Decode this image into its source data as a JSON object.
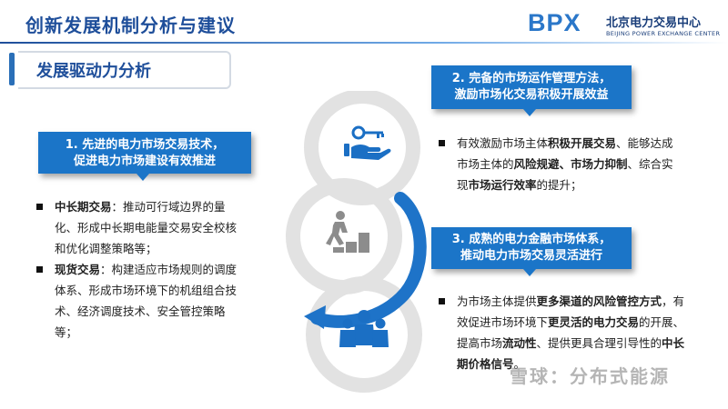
{
  "header": {
    "title": "创新发展机制分析与建议",
    "logo_mark": "BPX",
    "logo_cn": "北京电力交易中心",
    "logo_en": "BEIJING POWER EXCHANGE CENTER"
  },
  "section": {
    "label": "发展驱动力分析"
  },
  "callouts": [
    {
      "line1": "1. 先进的电力市场交易技术，",
      "line2": "促进电力市场建设有效推进"
    },
    {
      "line1": "2. 完备的市场运作管理方法，",
      "line2": "激励市场化交易积极开展效益"
    },
    {
      "line1": "3. 成熟的电力金融市场体系，",
      "line2": "推动电力市场交易灵活进行"
    }
  ],
  "left_bullets": [
    {
      "term": "中长期交易",
      "text": "：推动可行域边界的量化、形成中长期电能量交易安全校核和优化调整策略等；"
    },
    {
      "term": "现货交易",
      "text": "：构建适应市场规则的调度体系、形成市场环境下的机组组合技术、经济调度技术、安全管控策略等；"
    }
  ],
  "right_bullets_1": {
    "p1": "有效激励市场主体",
    "b1": "积极开展交易",
    "p2": "、能够达成市场主体的",
    "b2": "风险规避、市场力抑制",
    "p3": "、综合实现",
    "b3": "市场运行效率",
    "p4": "的提升；"
  },
  "right_bullets_2": {
    "p1": "为市场主体提供",
    "b1": "更多渠道的风险管控方式",
    "p2": "，有效促进市场环境下",
    "b2": "更灵活的电力交易",
    "p3": "的开展、提高市场",
    "b3": "流动性",
    "p4": "、提供更具合理引导性的",
    "b4": "中长期价格信号",
    "p5": "。"
  },
  "watermark": "雪球：分布式能源",
  "colors": {
    "title": "#1e4e9a",
    "callout": "#1b75c8",
    "arc": "#1e73c8",
    "circle": "#e3e3e3"
  },
  "icons": [
    "hand-key-icon",
    "stairs-climber-icon",
    "team-people-icon"
  ]
}
